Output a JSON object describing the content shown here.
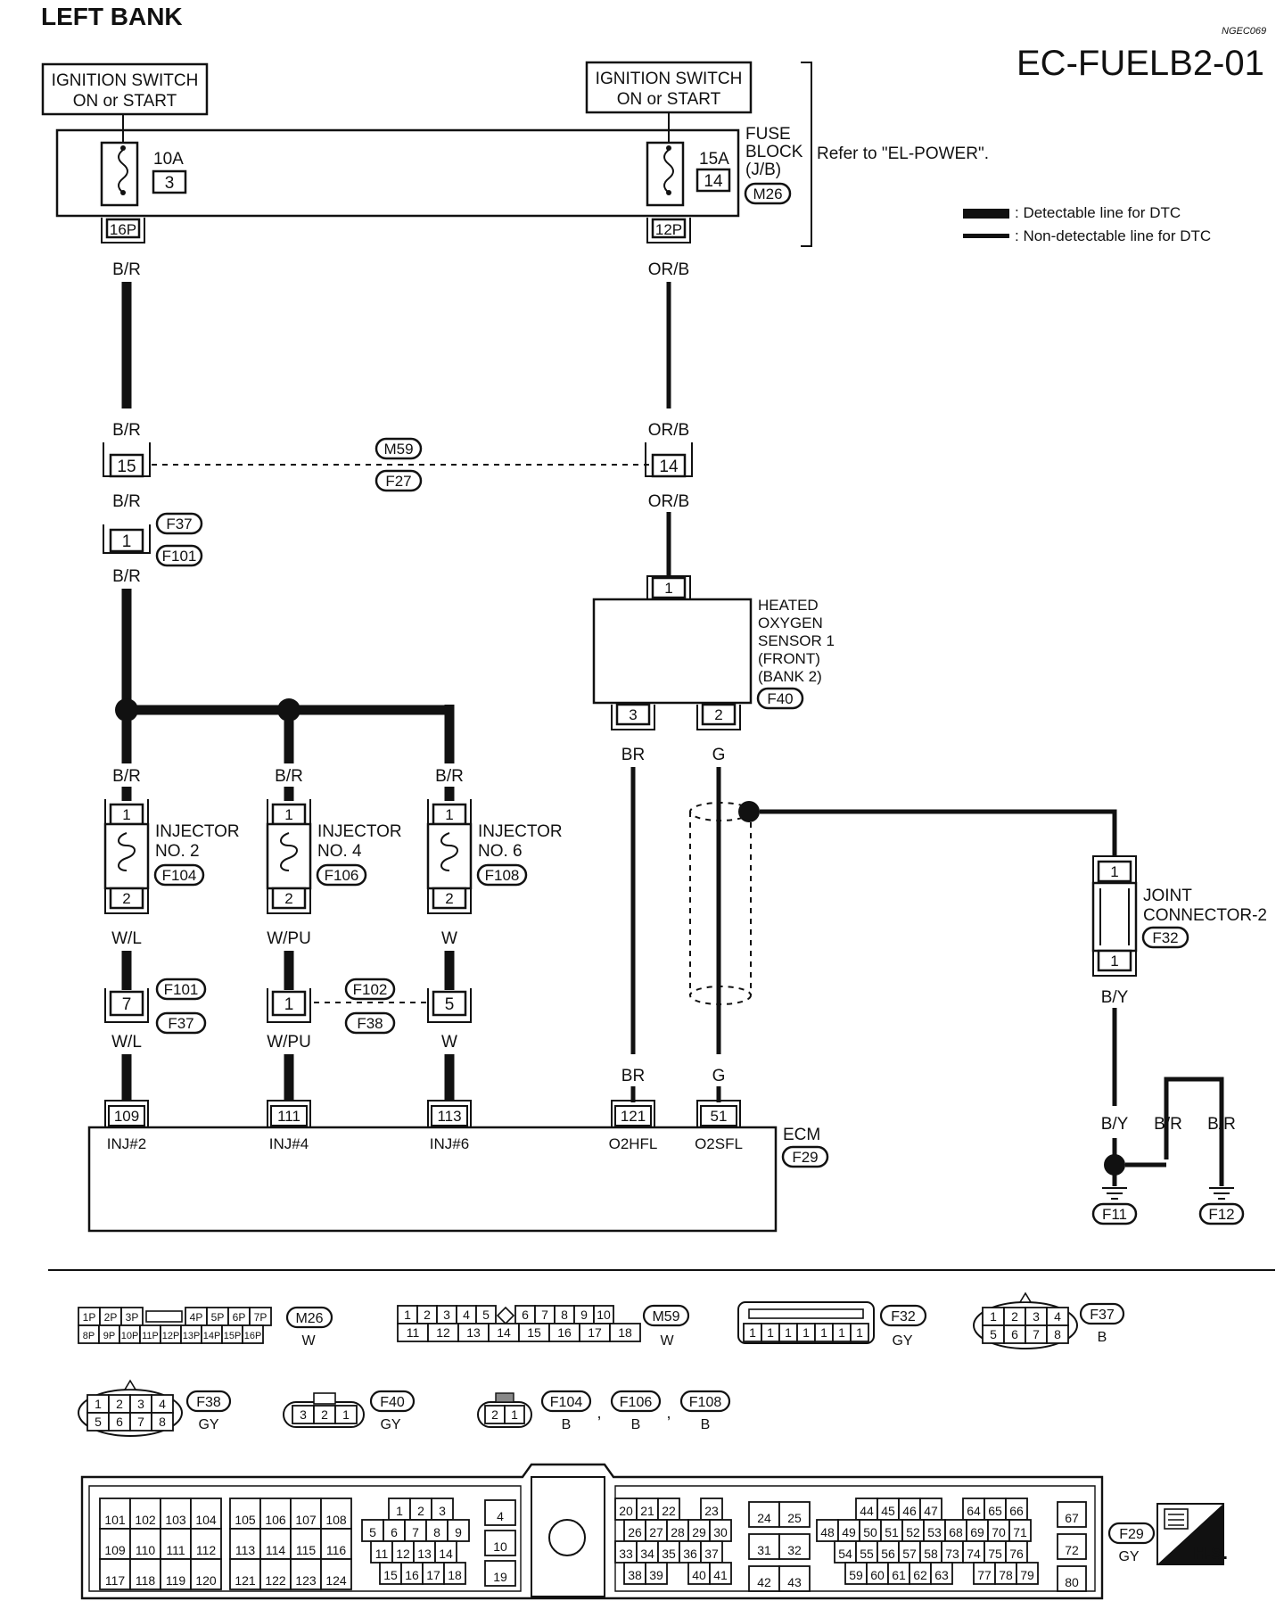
{
  "header": {
    "title": "LEFT BANK",
    "page_code": "EC-FUELB2-01",
    "ref_code": "NGEC069"
  },
  "legend": {
    "detectable": ": Detectable line for DTC",
    "non_detectable": ": Non-detectable line for DTC"
  },
  "power": {
    "ign_left": [
      "IGNITION SWITCH",
      "ON or START"
    ],
    "ign_right": [
      "IGNITION SWITCH",
      "ON or START"
    ],
    "fuse_left_amp": "10A",
    "fuse_left_no": "3",
    "fuse_right_amp": "15A",
    "fuse_right_no": "14",
    "fuse_block": [
      "FUSE",
      "BLOCK",
      "(J/B)"
    ],
    "fuse_block_conn": "M26",
    "refer": "Refer to \"EL-POWER\".",
    "pin_left": "16P",
    "pin_right": "12P"
  },
  "wires": {
    "br": "B/R",
    "orb": "OR/B",
    "wl": "W/L",
    "wpu": "W/PU",
    "w": "W",
    "brn": "BR",
    "g": "G",
    "by": "B/Y"
  },
  "connectors": {
    "m59": "M59",
    "f27": "F27",
    "pin15": "15",
    "pin14": "14",
    "f37": "F37",
    "f101": "F101",
    "pin1": "1",
    "f102": "F102",
    "f38": "F38",
    "pin7": "7",
    "pin5": "5",
    "f104": "F104",
    "f106": "F106",
    "f108": "F108",
    "f40": "F40",
    "f32": "F32",
    "f29": "F29",
    "f11": "F11",
    "f12": "F12",
    "pin2": "2",
    "pin3": "3"
  },
  "components": {
    "ho2s": [
      "HEATED",
      "OXYGEN",
      "SENSOR 1",
      "(FRONT)",
      "(BANK 2)"
    ],
    "inj2": [
      "INJECTOR",
      "NO. 2"
    ],
    "inj4": [
      "INJECTOR",
      "NO. 4"
    ],
    "inj6": [
      "INJECTOR",
      "NO. 6"
    ],
    "joint": [
      "JOINT",
      "CONNECTOR-2"
    ],
    "ecm": "ECM"
  },
  "ecm_pins": [
    {
      "pin": "109",
      "label": "INJ#2"
    },
    {
      "pin": "111",
      "label": "INJ#4"
    },
    {
      "pin": "113",
      "label": "INJ#6"
    },
    {
      "pin": "121",
      "label": "O2HFL"
    },
    {
      "pin": "51",
      "label": "O2SFL"
    }
  ],
  "connector_views": {
    "m26": {
      "name": "M26",
      "color": "W",
      "top": [
        "1P",
        "2P",
        "3P",
        "",
        "4P",
        "5P",
        "6P",
        "7P"
      ],
      "bottom": [
        "8P",
        "9P",
        "10P",
        "11P",
        "12P",
        "13P",
        "14P",
        "15P",
        "16P"
      ]
    },
    "m59": {
      "name": "M59",
      "color": "W",
      "top": [
        "1",
        "2",
        "3",
        "4",
        "5",
        "",
        "6",
        "7",
        "8",
        "9",
        "10"
      ],
      "bottom": [
        "11",
        "12",
        "13",
        "14",
        "15",
        "16",
        "17",
        "18"
      ]
    },
    "f32": {
      "name": "F32",
      "color": "GY",
      "pins": [
        "1",
        "1",
        "1",
        "1",
        "1",
        "1",
        "1"
      ]
    },
    "f37": {
      "name": "F37",
      "color": "B",
      "top": [
        "1",
        "2",
        "3",
        "4"
      ],
      "bottom": [
        "5",
        "6",
        "7",
        "8"
      ]
    },
    "f38": {
      "name": "F38",
      "color": "GY",
      "top": [
        "1",
        "2",
        "3",
        "4"
      ],
      "bottom": [
        "5",
        "6",
        "7",
        "8"
      ]
    },
    "f40": {
      "name": "F40",
      "color": "GY",
      "pins": [
        "3",
        "2",
        "1"
      ]
    },
    "finj": {
      "pins": [
        "2",
        "1"
      ],
      "names": [
        "F104",
        "F106",
        "F108"
      ],
      "color": "B",
      "sep": ","
    },
    "f29": {
      "name": "F29",
      "color": "GY",
      "hs": "H.S.",
      "g1": [
        [
          "101",
          "102",
          "103",
          "104"
        ],
        [
          "109",
          "110",
          "111",
          "112"
        ],
        [
          "117",
          "118",
          "119",
          "120"
        ]
      ],
      "g2": [
        [
          "105",
          "106",
          "107",
          "108"
        ],
        [
          "113",
          "114",
          "115",
          "116"
        ],
        [
          "121",
          "122",
          "123",
          "124"
        ]
      ],
      "g3": [
        [
          "1",
          "2",
          "3"
        ],
        [
          "5",
          "6",
          "7",
          "8",
          "9"
        ],
        [
          "11",
          "12",
          "13",
          "14"
        ],
        [
          "15",
          "16",
          "17",
          "18"
        ]
      ],
      "g4": [
        "4",
        "10",
        "19"
      ],
      "g5": [
        [
          "20",
          "21",
          "22",
          "",
          "23"
        ],
        [
          "26",
          "27",
          "28",
          "29",
          "30"
        ],
        [
          "33",
          "34",
          "35",
          "36",
          "37"
        ],
        [
          "38",
          "39",
          "",
          "40",
          "41"
        ]
      ],
      "g6": [
        [
          "24",
          "25"
        ],
        [
          "31",
          "32"
        ],
        [
          "42",
          "43"
        ]
      ],
      "g7": [
        [
          "44",
          "45",
          "46",
          "47",
          "",
          "64",
          "65",
          "66"
        ],
        [
          "48",
          "49",
          "50",
          "51",
          "52",
          "53",
          "68",
          "69",
          "70",
          "71"
        ],
        [
          "54",
          "55",
          "56",
          "57",
          "58",
          "73",
          "74",
          "75",
          "76"
        ],
        [
          "59",
          "60",
          "61",
          "62",
          "63",
          "",
          "77",
          "78",
          "79"
        ]
      ],
      "g8": [
        "67",
        "72",
        "80"
      ]
    }
  }
}
